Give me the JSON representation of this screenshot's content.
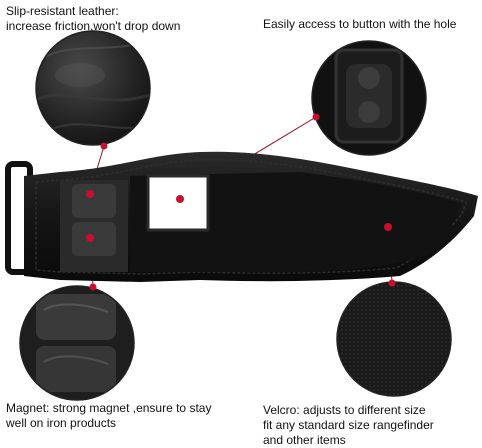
{
  "captions": {
    "top_left": {
      "line1": "Slip-resistant leather:",
      "line2": "increase friction,won't drop down"
    },
    "top_right": {
      "line1": "Easily access to button with the hole"
    },
    "bottom_left": {
      "line1": "Magnet: strong magnet ,ensure to stay",
      "line2": "well on iron products"
    },
    "bottom_right": {
      "line1": "Velcro: adjusts to different size",
      "line2": "fit any standard size rangefinder",
      "line3": "and other items"
    }
  },
  "colors": {
    "strap": "#141414",
    "marker": "#c8102e",
    "leader": "#9a1020"
  }
}
